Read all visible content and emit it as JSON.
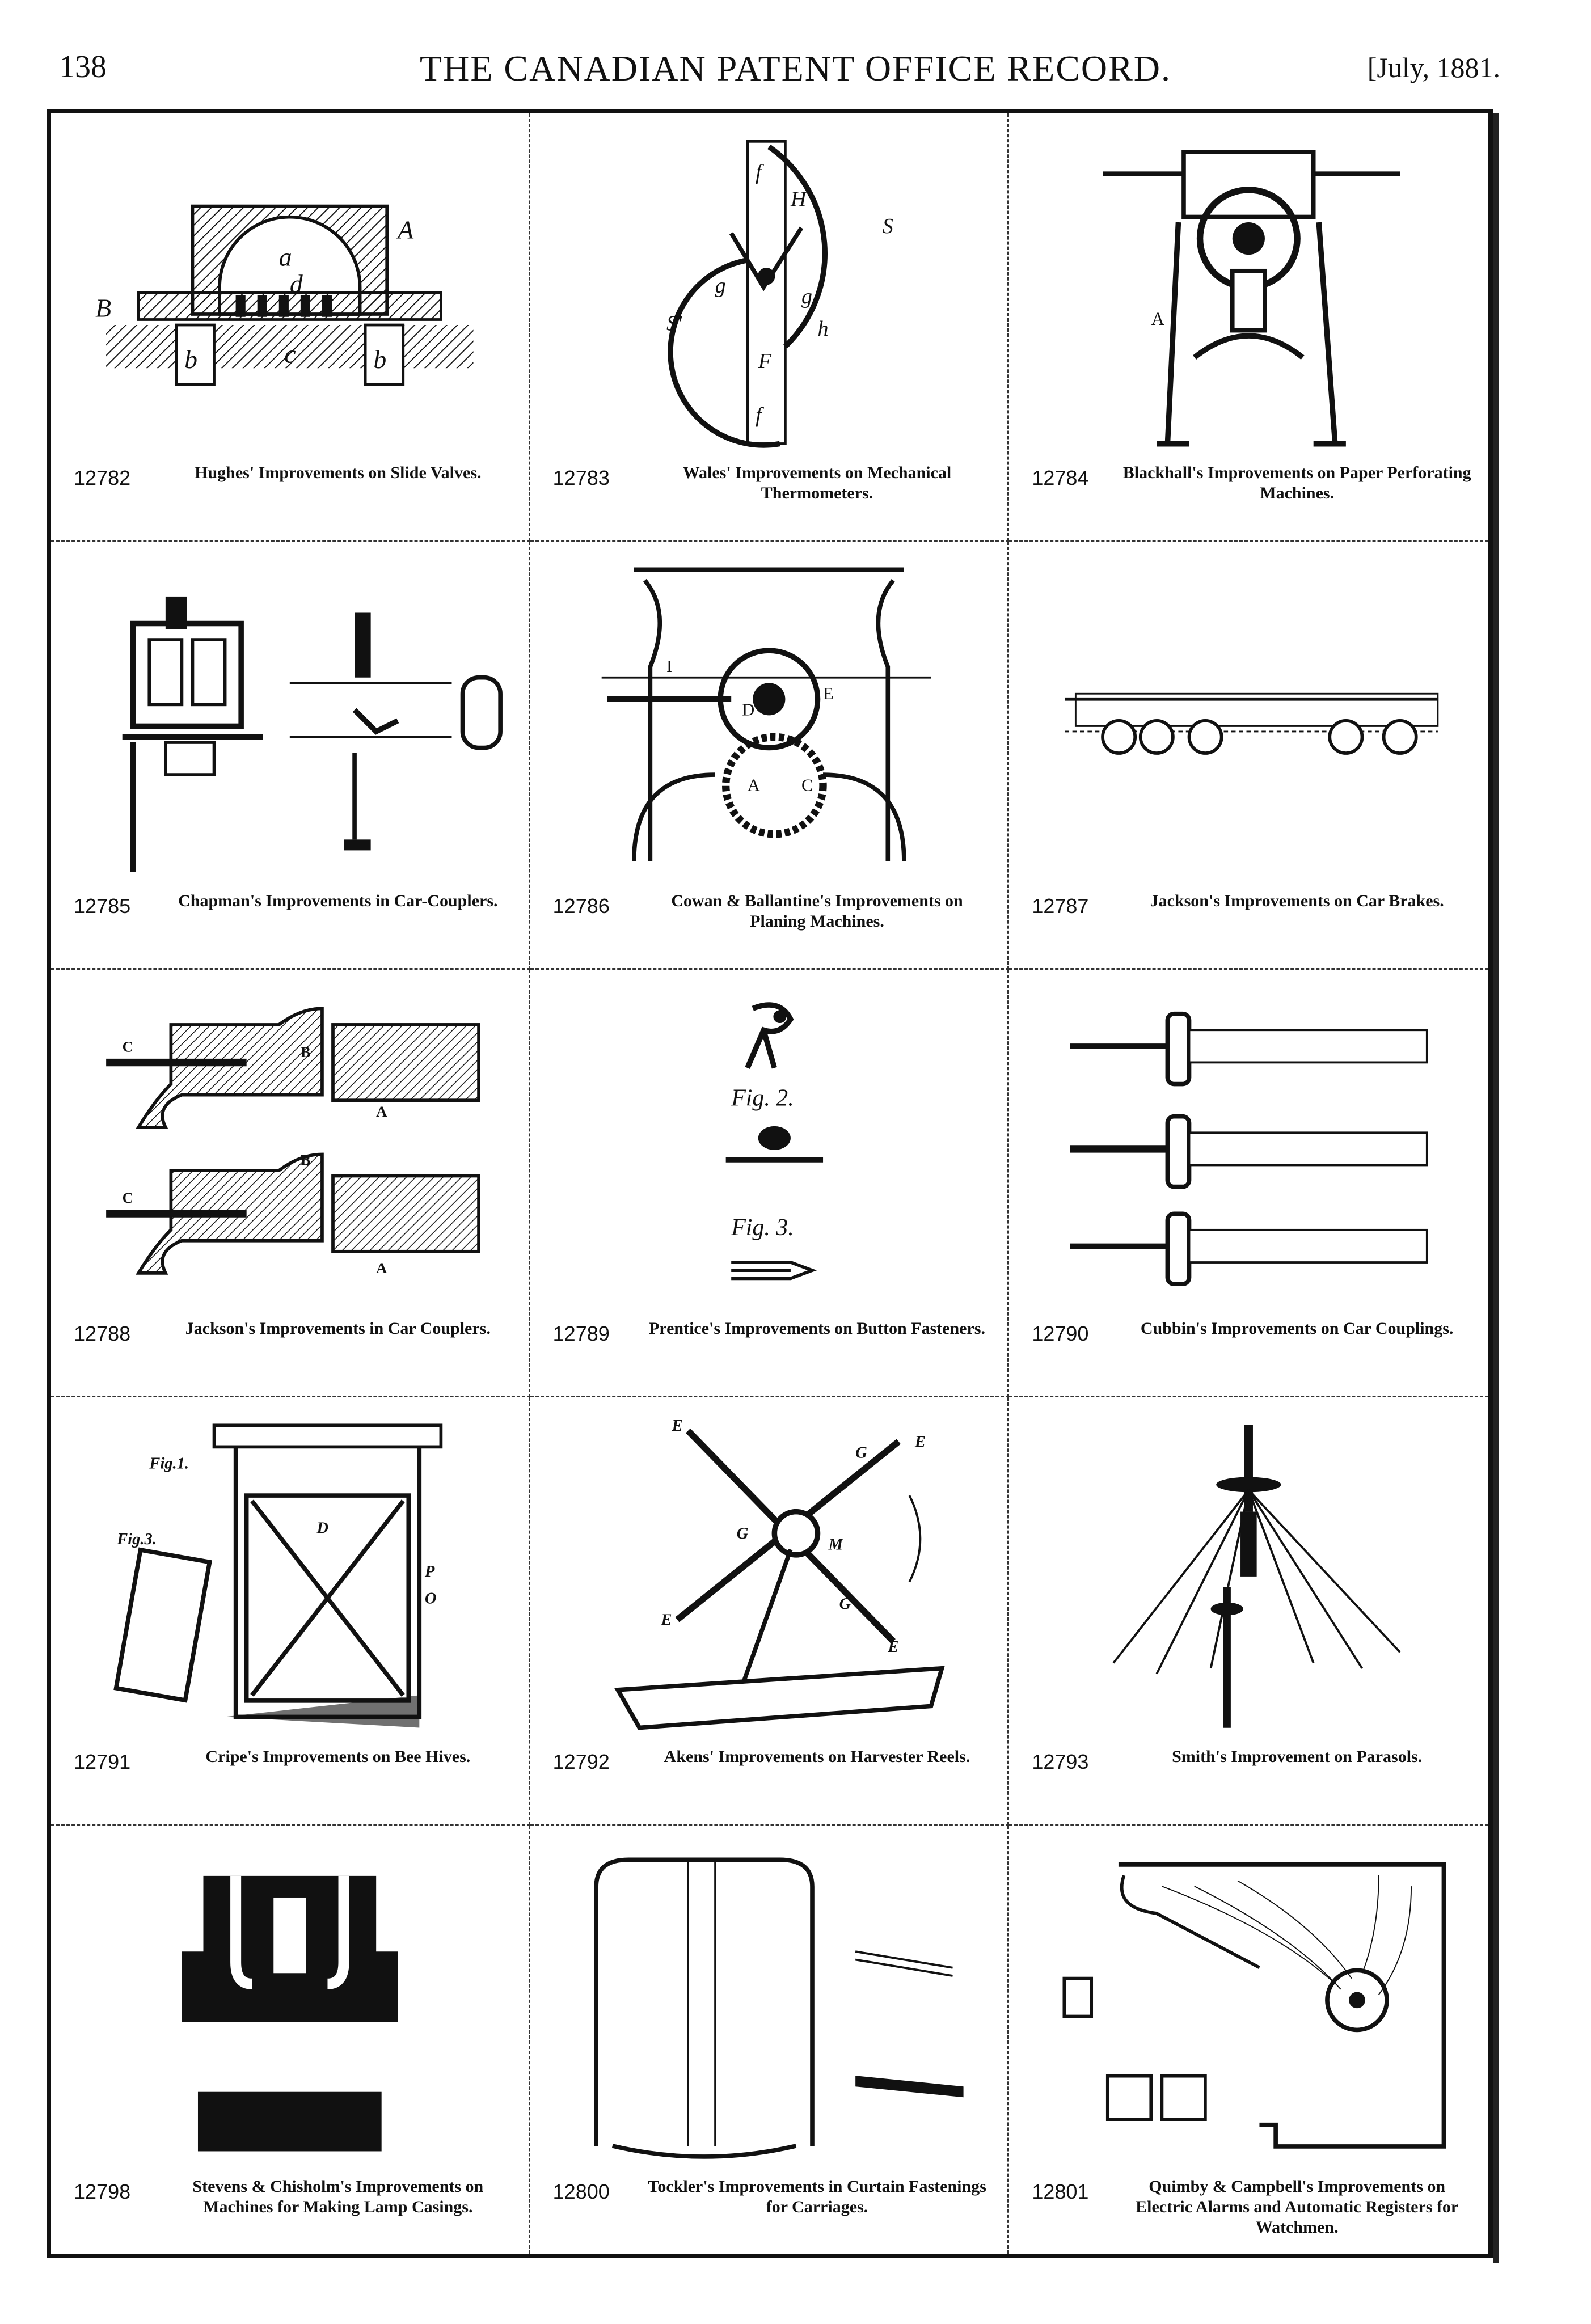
{
  "header": {
    "page_number": "138",
    "title": "THE CANADIAN PATENT OFFICE RECORD.",
    "date": "[July, 1881."
  },
  "patents": [
    {
      "number": "12782",
      "title": "Hughes' Improvements on Slide Valves.",
      "labels": [
        "A",
        "a",
        "d",
        "B",
        "b",
        "c",
        "b"
      ]
    },
    {
      "number": "12783",
      "title": "Wales' Improvements on Mechanical Thermometers.",
      "labels": [
        "f",
        "H",
        "S",
        "S'",
        "g",
        "g",
        "h",
        "F",
        "f"
      ]
    },
    {
      "number": "12784",
      "title": "Blackhall's Improvements on Paper Perforating Machines.",
      "labels": [
        "A"
      ]
    },
    {
      "number": "12785",
      "title": "Chapman's Improvements in Car-Couplers.",
      "labels": []
    },
    {
      "number": "12786",
      "title": "Cowan & Ballantine's Improvements on Planing Machines.",
      "labels": [
        "I",
        "D",
        "E",
        "A",
        "C"
      ]
    },
    {
      "number": "12787",
      "title": "Jackson's Improvements on Car Brakes.",
      "labels": []
    },
    {
      "number": "12788",
      "title": "Jackson's Improvements in Car Couplers.",
      "labels": [
        "C",
        "B",
        "A",
        "C",
        "B",
        "A"
      ]
    },
    {
      "number": "12789",
      "title": "Prentice's Improvements on Button Fasteners.",
      "labels": [
        "Fig. 2.",
        "Fig. 3."
      ]
    },
    {
      "number": "12790",
      "title": "Cubbin's Improvements on Car Couplings.",
      "labels": []
    },
    {
      "number": "12791",
      "title": "Cripe's Improvements on Bee Hives.",
      "labels": [
        "Fig.1.",
        "Fig.3.",
        "D",
        "P",
        "O"
      ]
    },
    {
      "number": "12792",
      "title": "Akens' Improvements on Harvester Reels.",
      "labels": [
        "E",
        "E",
        "E",
        "E",
        "G",
        "G",
        "G",
        "M"
      ]
    },
    {
      "number": "12793",
      "title": "Smith's Improvement on Parasols.",
      "labels": []
    },
    {
      "number": "12798",
      "title": "Stevens & Chisholm's Improvements on Machines for Making Lamp Casings.",
      "labels": []
    },
    {
      "number": "12800",
      "title": "Tockler's Improvements in Curtain Fastenings for Carriages.",
      "labels": []
    },
    {
      "number": "12801",
      "title": "Quimby & Campbell's Improvements on Electric Alarms and Automatic Registers for Watchmen.",
      "labels": []
    }
  ]
}
